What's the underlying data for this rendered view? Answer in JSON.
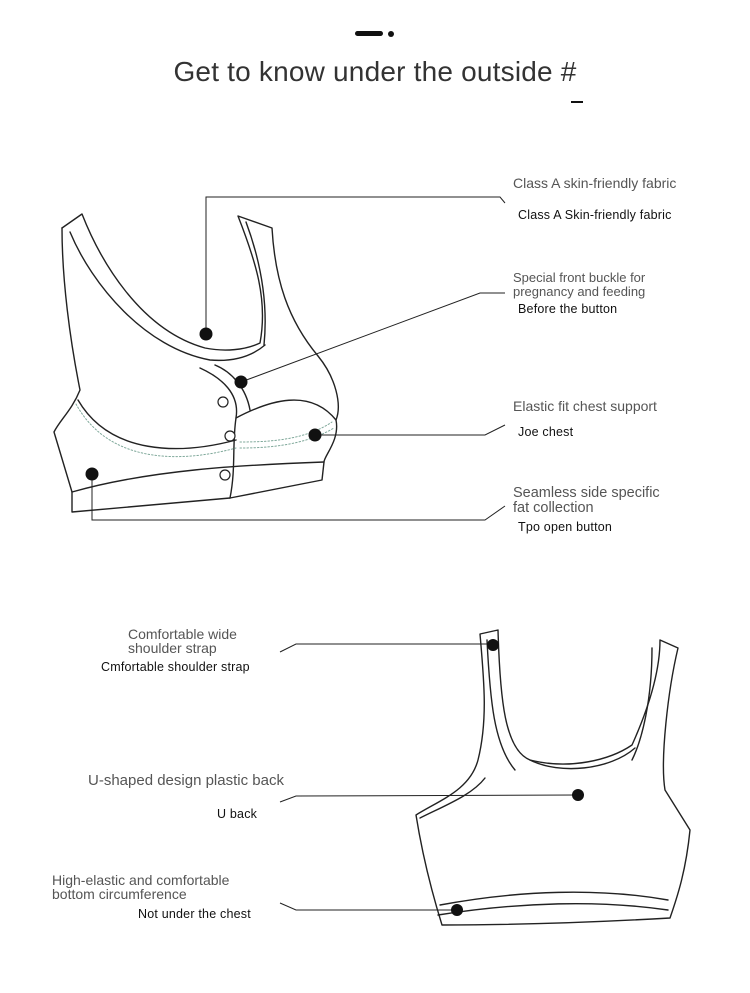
{
  "page": {
    "title": "Get to know under the outside #"
  },
  "front_callouts": [
    {
      "en": "Class A skin-friendly fabric",
      "sub": "Class A Skin-friendly fabric"
    },
    {
      "en": "Special front buckle for pregnancy and feeding",
      "en_line1": "Special front buckle for",
      "en_line2": "pregnancy and feeding",
      "sub": "Before the button"
    },
    {
      "en": "Elastic fit chest support",
      "sub": "Joe chest"
    },
    {
      "en": "Seamless side specific fat collection",
      "en_line1": "Seamless side specific",
      "en_line2": "fat collection",
      "sub": "Tpo open button"
    }
  ],
  "back_callouts": [
    {
      "en_line1": "Comfortable wide",
      "en_line2": "shoulder strap",
      "sub": "Cmfortable shoulder strap"
    },
    {
      "en": "U-shaped design plastic back",
      "sub": "U back"
    },
    {
      "en_line1": "High-elastic and comfortable",
      "en_line2": "bottom circumference",
      "sub": "Not under the chest"
    }
  ],
  "colors": {
    "text": "#333333",
    "line": "#222222",
    "stitch": "#7fa89a"
  },
  "icons": [
    "bra-front-illustration",
    "bra-back-illustration"
  ]
}
